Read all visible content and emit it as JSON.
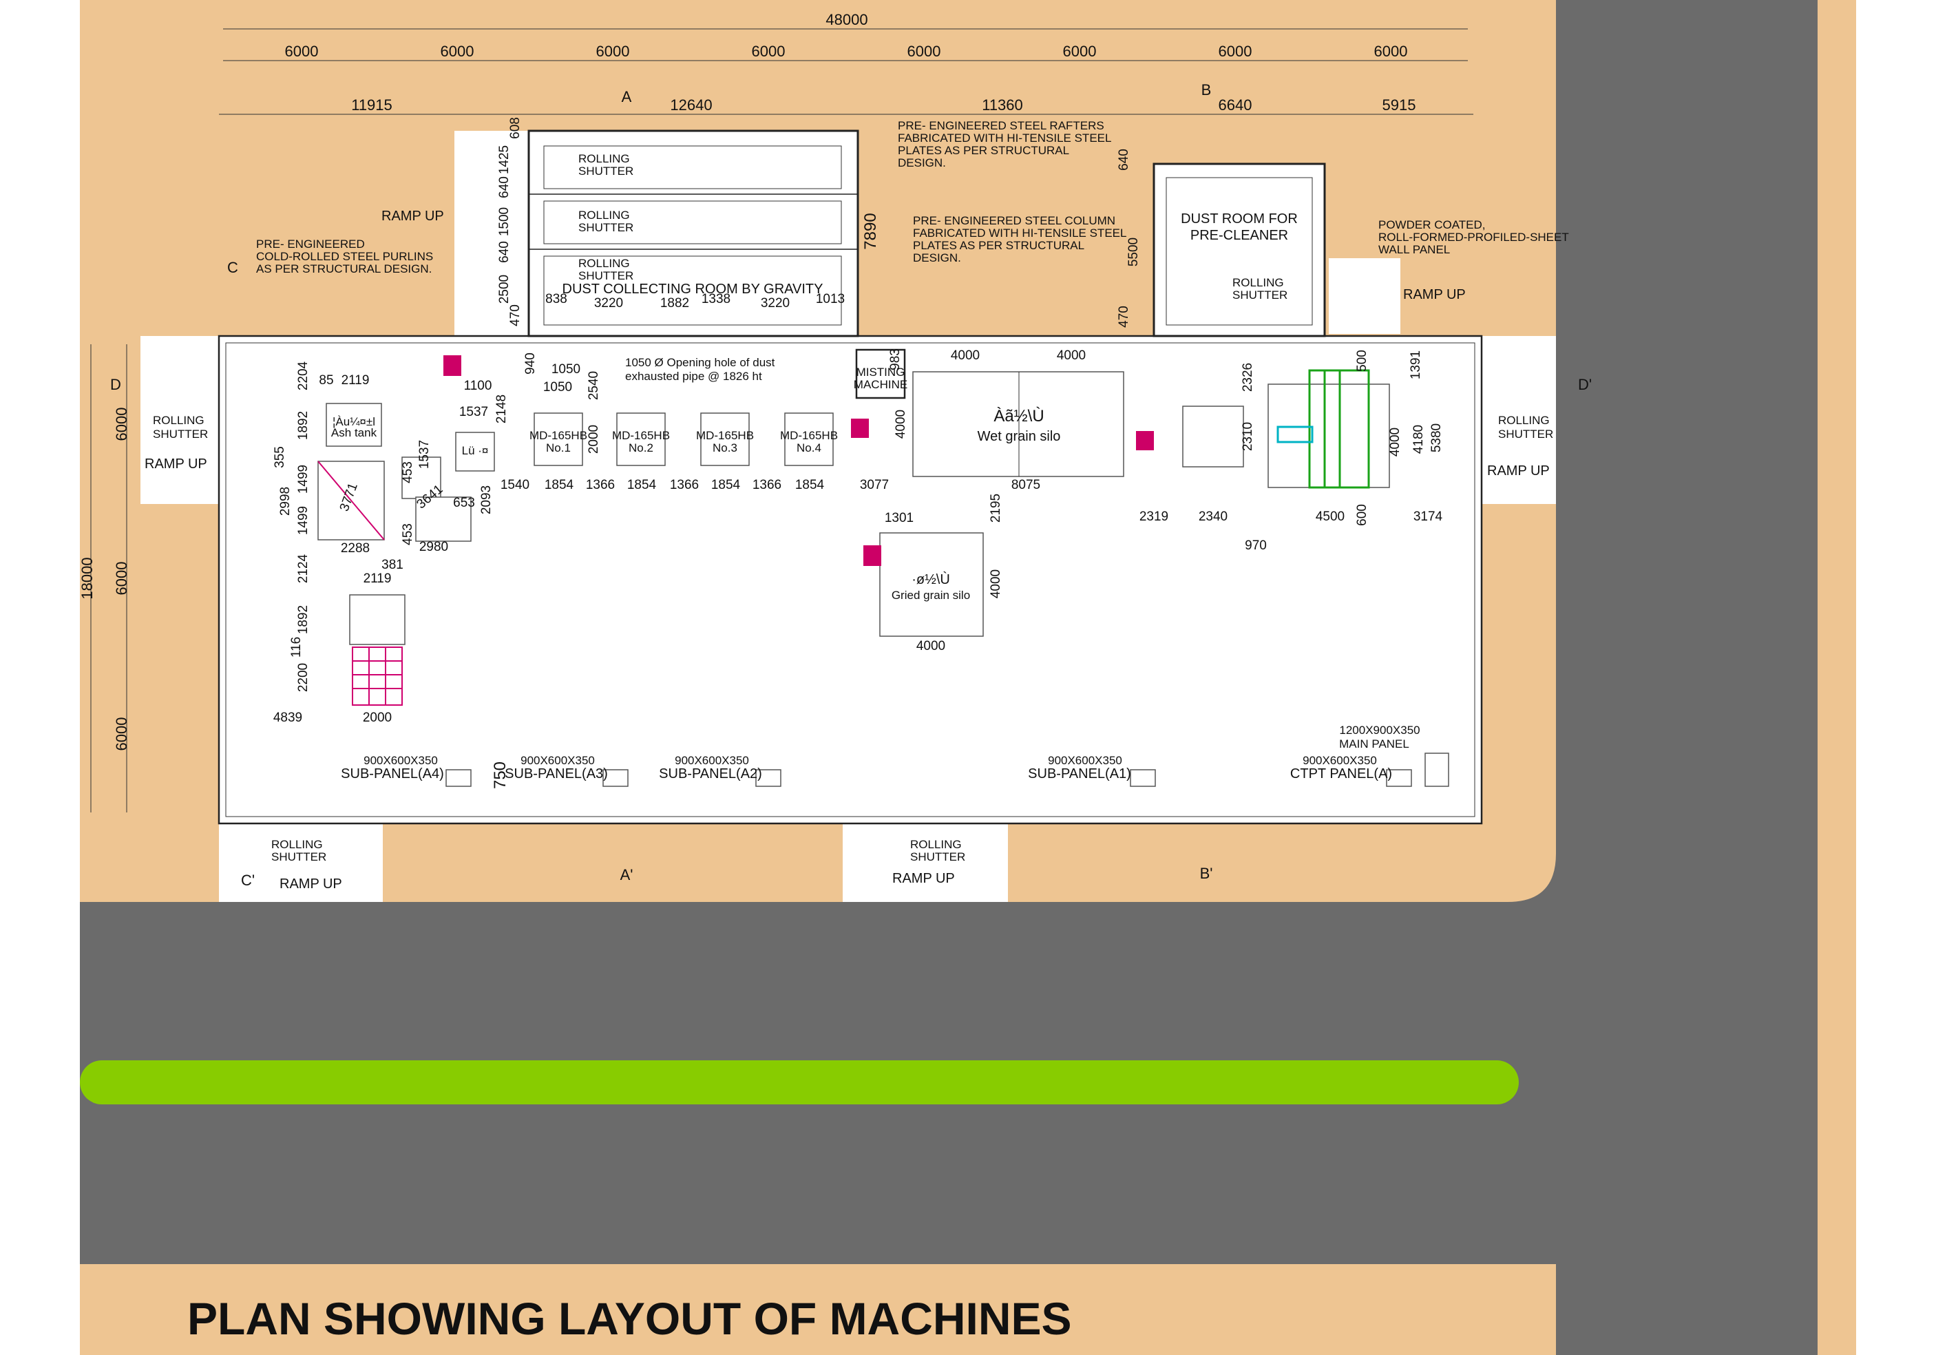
{
  "title": "PLAN SHOWING LAYOUT OF MACHINES",
  "colors": {
    "ground": "#eec592",
    "road": "#6b6b6b",
    "median": "#88cc00",
    "building_fill": "#ffffff",
    "accent_machine": "#cc0066"
  },
  "dimensions": {
    "overall": "48000",
    "bays": [
      "6000",
      "6000",
      "6000",
      "6000",
      "6000",
      "6000",
      "6000",
      "6000"
    ],
    "segments": [
      "11915",
      "12640",
      "11360",
      "6640",
      "5915"
    ],
    "left_overall": "18000",
    "left_bays": [
      "6000",
      "6000",
      "6000"
    ],
    "dust_room_vertical": [
      "608",
      "1425",
      "640",
      "1500",
      "640",
      "2500",
      "470"
    ],
    "dust_room_bottom": [
      "838",
      "3220",
      "1882",
      "1338",
      "3220",
      "1013"
    ],
    "precleaner_vertical": [
      "640",
      "5500",
      "470"
    ],
    "misc_7890": "7890",
    "misc_750": "750"
  },
  "section_marks": {
    "a": "A",
    "a_prime": "A'",
    "b": "B",
    "b_prime": "B'",
    "c": "C",
    "c_prime": "C'",
    "d": "D",
    "d_prime": "D'"
  },
  "rooms": {
    "dust_room": "DUST COLLECTING ROOM BY GRAVITY",
    "precleaner_line1": "DUST ROOM FOR",
    "precleaner_line2": "PRE-CLEANER",
    "rolling_shutter_l1": "ROLLING",
    "rolling_shutter_l2": "SHUTTER",
    "ramp_up": "RAMP UP"
  },
  "notes": {
    "rafters": [
      "PRE- ENGINEERED STEEL RAFTERS",
      "FABRICATED WITH HI-TENSILE STEEL",
      "PLATES AS PER STRUCTURAL",
      "DESIGN."
    ],
    "column": [
      "PRE- ENGINEERED STEEL COLUMN",
      "FABRICATED WITH HI-TENSILE STEEL",
      "PLATES AS PER STRUCTURAL",
      "DESIGN."
    ],
    "purlins": [
      "PRE- ENGINEERED",
      "COLD-ROLLED STEEL PURLINS",
      "AS PER STRUCTURAL DESIGN."
    ],
    "wall_panel": [
      "POWDER COATED,",
      "ROLL-FORMED-PROFILED-SHEET",
      "WALL PANEL"
    ],
    "opening": [
      "1050 Ø Opening hole of dust",
      "exhausted pipe @ 1826 ht"
    ]
  },
  "machines": {
    "md": [
      {
        "line1": "MD-165HB",
        "line2": "No.1"
      },
      {
        "line1": "MD-165HB",
        "line2": "No.2"
      },
      {
        "line1": "MD-165HB",
        "line2": "No.3"
      },
      {
        "line1": "MD-165HB",
        "line2": "No.4"
      }
    ],
    "misting_l1": "MISTING",
    "misting_l2": "MACHINE",
    "wet_silo_l1": "Àã½\\Ù",
    "wet_silo_l2": "Wet grain silo",
    "dried_silo_l1": "·ø½\\Ù",
    "dried_silo_l2": "Gried grain silo",
    "ash_tank_l1": "¦Àu¼¤±l",
    "ash_tank_l2": "Ash tank",
    "small_tag": "Lü ·¤"
  },
  "interior_dims": {
    "row_bottom": [
      "1540",
      "1854",
      "1366",
      "1854",
      "1366",
      "1854",
      "1366",
      "1854",
      "3077",
      "8075"
    ],
    "silo_top": [
      "4000",
      "4000"
    ],
    "left_block": [
      "2204",
      "85",
      "2119",
      "1892",
      "355",
      "2998",
      "1499",
      "1499",
      "2288",
      "381",
      "2980",
      "2124",
      "2119",
      "1892",
      "116",
      "2200",
      "4839",
      "2000"
    ],
    "left_misc": [
      "1100",
      "1537",
      "2148",
      "1537",
      "453",
      "453",
      "3641",
      "653",
      "2093",
      "3771"
    ],
    "dust_col": [
      "940",
      "1050",
      "1050",
      "2540",
      "2000"
    ],
    "dried": [
      "1301",
      "2195",
      "4000",
      "4000"
    ],
    "misting": [
      "983",
      "4000"
    ],
    "right_block": [
      "2326",
      "2310",
      "2319",
      "2340",
      "970",
      "4500",
      "3174",
      "1391",
      "5380",
      "4180",
      "4000",
      "500",
      "600"
    ]
  },
  "panels": [
    {
      "size": "900X600X350",
      "name": "SUB-PANEL(A4)"
    },
    {
      "size": "900X600X350",
      "name": "SUB-PANEL(A3)"
    },
    {
      "size": "900X600X350",
      "name": "SUB-PANEL(A2)"
    },
    {
      "size": "900X600X350",
      "name": "SUB-PANEL(A1)"
    },
    {
      "size": "900X600X350",
      "name": "CTPT PANEL(A)"
    }
  ],
  "main_panel": {
    "size": "1200X900X350",
    "name": "MAIN PANEL"
  }
}
